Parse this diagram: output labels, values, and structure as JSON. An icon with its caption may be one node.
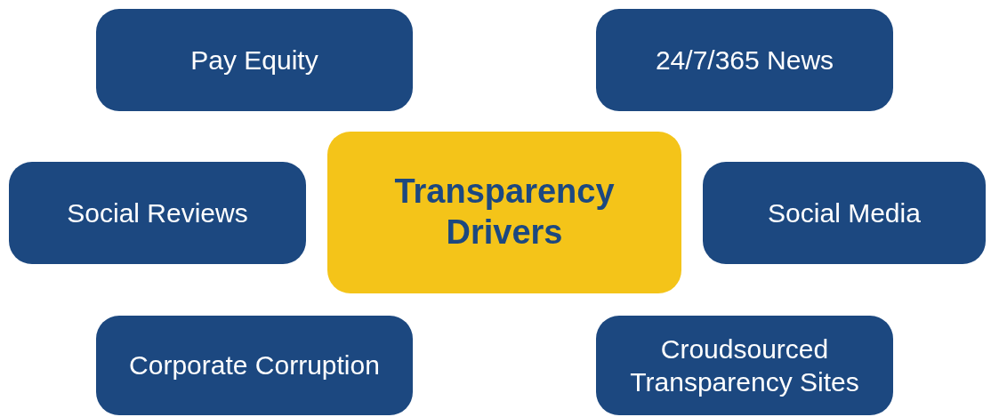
{
  "diagram": {
    "nodes": [
      {
        "text": [
          "Pay Equity"
        ]
      },
      {
        "text": [
          "24/7/365 News"
        ]
      },
      {
        "text": [
          "Social Reviews"
        ]
      },
      {
        "text": [
          "Transparency Drivers"
        ]
      },
      {
        "text": [
          "Social Media"
        ]
      },
      {
        "text": [
          "Corporate Corruption"
        ]
      },
      {
        "text": [
          "Croudsourced Transparency Sites"
        ]
      }
    ]
  }
}
